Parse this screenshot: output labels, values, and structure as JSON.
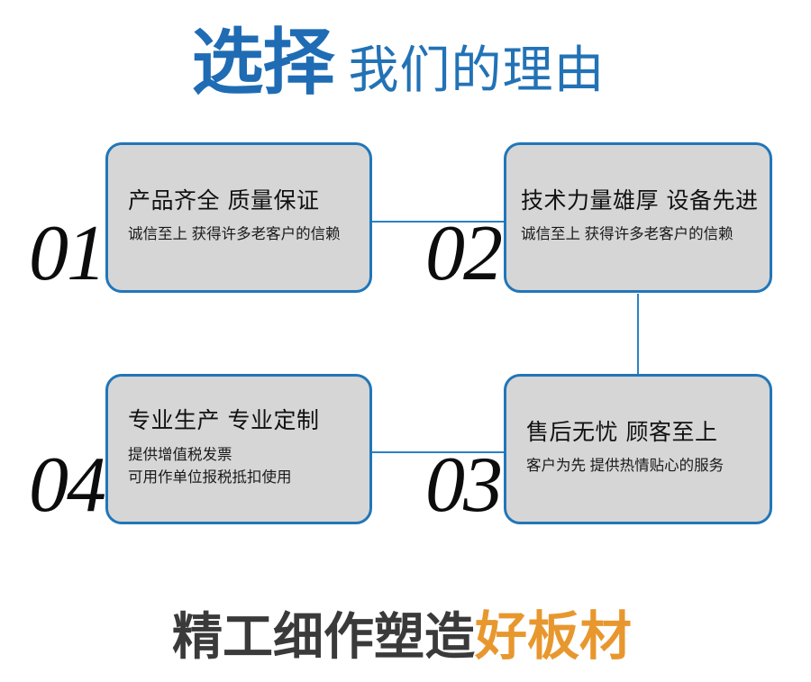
{
  "header": {
    "strong_text": "选择",
    "light_text": "我们的理由",
    "strong_color": "#1f6cb4",
    "light_color": "#2272b6"
  },
  "theme": {
    "border_blue": "#2176b8",
    "connector_blue": "#2b82c4",
    "card_fill": "#d6d6d6",
    "numeral_color": "#0c0c0c",
    "accent_orange": "#e8972e",
    "footer_dark": "#3a3a3a",
    "page_background": "#ffffff"
  },
  "cards": [
    {
      "number": "01",
      "title": "产品齐全 质量保证",
      "desc": "诚信至上 获得许多老客户的信赖"
    },
    {
      "number": "02",
      "title": "技术力量雄厚 设备先进",
      "desc": "诚信至上 获得许多老客户的信赖"
    },
    {
      "number": "03",
      "title": "售后无忧 顾客至上",
      "desc": "客户为先 提供热情贴心的服务"
    },
    {
      "number": "04",
      "title": "专业生产 专业定制",
      "desc": "提供增值税发票\n可用作单位报税抵扣使用"
    }
  ],
  "footer": {
    "dark_text": "精工细作塑造",
    "accent_text": "好板材"
  }
}
